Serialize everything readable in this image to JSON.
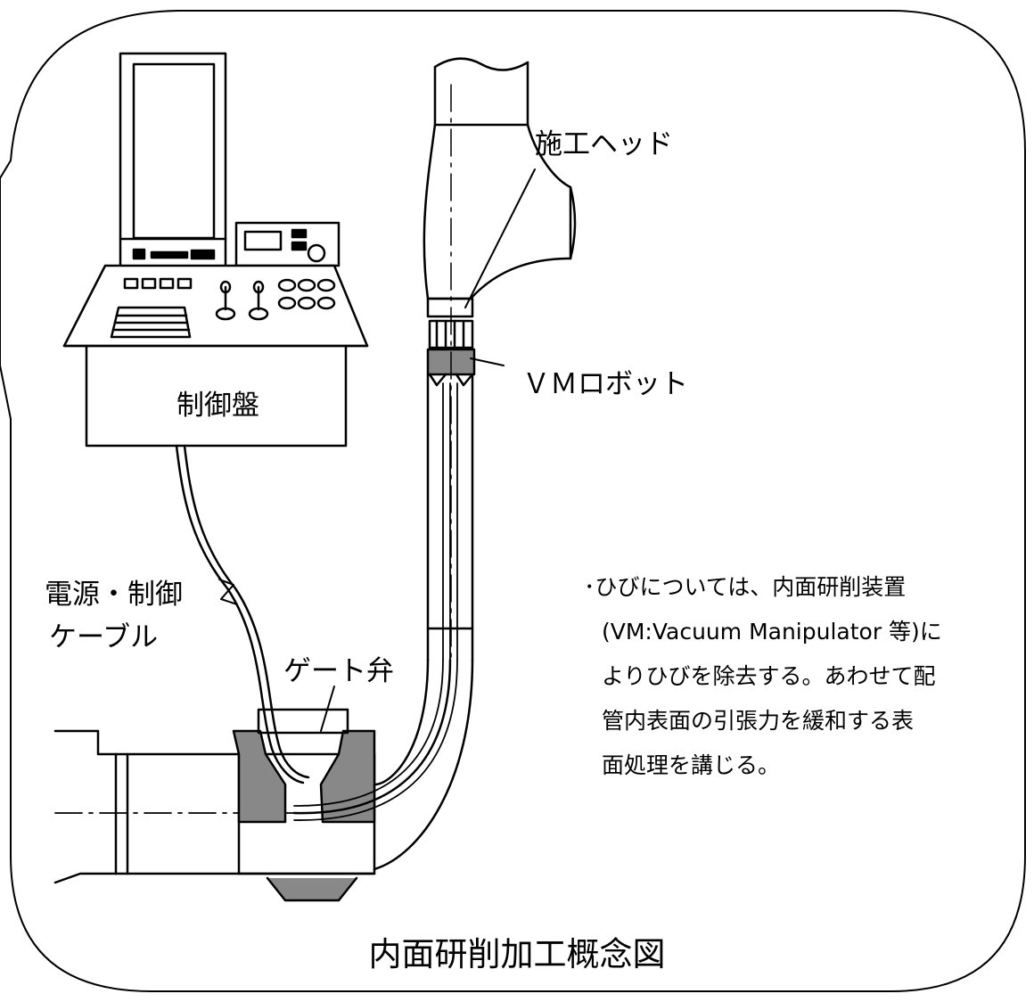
{
  "labels": {
    "construction_head": "施工ヘッド",
    "vm_robot": "ＶＭロボット",
    "control_panel": "制御盤",
    "power_cable_line1": "電源・制御",
    "power_cable_line2": "ケーブル",
    "gate_valve": "ゲート弁"
  },
  "note": {
    "line1": "･ひびについては、内面研削装置",
    "line2": "(VM:Vacuum Manipulator 等)に",
    "line3": "よりひびを除去する。あわせて配",
    "line4": "管内表面の引張力を緩和する表",
    "line5": "面処理を講じる。"
  },
  "caption": "内面研削加工概念図"
}
